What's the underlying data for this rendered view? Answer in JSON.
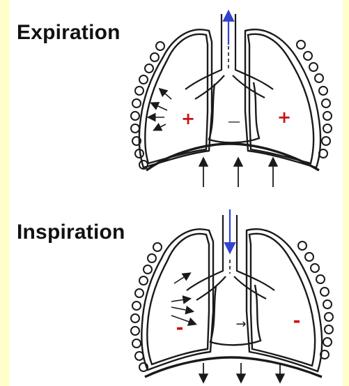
{
  "colors": {
    "background": "#ffffcc",
    "panel": "#ffffff",
    "outline": "#1a1a1a",
    "plus_sign": "#cc1111",
    "minus_sign": "#cc1111",
    "airflow_arrow": "#3344cc"
  },
  "panels": [
    {
      "label": "Expiration",
      "pleural_pressure": "+",
      "mediastinum_mark": "—",
      "airflow": "out",
      "diaphragm_motion": "up"
    },
    {
      "label": "Inspiration",
      "pleural_pressure": "-",
      "mediastinum_mark": "→",
      "airflow": "in",
      "diaphragm_motion": "down"
    }
  ]
}
